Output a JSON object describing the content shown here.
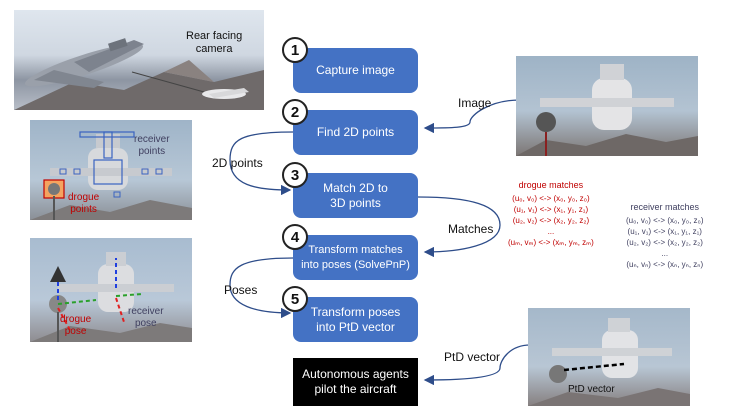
{
  "steps": [
    {
      "num": "1",
      "label": "Capture image"
    },
    {
      "num": "2",
      "label": "Find 2D points"
    },
    {
      "num": "3",
      "label_line1": "Match 2D to",
      "label_line2": "3D points"
    },
    {
      "num": "4",
      "label_line1": "Transform matches",
      "label_line2": "into poses (SolvePnP)"
    },
    {
      "num": "5",
      "label_line1": "Transform poses",
      "label_line2": "into PtD vector"
    }
  ],
  "final": {
    "line1": "Autonomous agents",
    "line2": "pilot the aircraft"
  },
  "flow_labels": {
    "image": "Image",
    "points_2d": "2D points",
    "matches": "Matches",
    "poses": "Poses",
    "ptd_vector": "PtD vector"
  },
  "photo_labels": {
    "rear_camera_line1": "Rear facing",
    "rear_camera_line2": "camera",
    "receiver_points_line1": "receiver",
    "receiver_points_line2": "points",
    "drogue_points_line1": "drogue",
    "drogue_points_line2": "points",
    "drogue_pose_line1": "drogue",
    "drogue_pose_line2": "pose",
    "receiver_pose_line1": "receiver",
    "receiver_pose_line2": "pose",
    "ptd_vector_photo": "PtD vector"
  },
  "drogue_matches": {
    "title": "drogue matches",
    "rows": [
      "(u₀, v₀) <-> (x₀, y₀, z₀)",
      "(u₁, v₁) <-> (x₁, y₁, z₁)",
      "(u₂, v₂) <-> (x₂, y₂, z₂)",
      "...",
      "(uₘ, vₘ) <-> (xₘ, yₘ, zₘ)"
    ]
  },
  "receiver_matches": {
    "title": "receiver matches",
    "rows": [
      "(u₀, v₀) <-> (x₀, y₀, z₀)",
      "(u₁, v₁) <-> (x₁, y₁, z₁)",
      "(u₂, v₂) <-> (x₂, y₂, z₂)",
      "...",
      "(uₙ, vₙ) <-> (xₙ, yₙ, zₙ)"
    ]
  },
  "colors": {
    "step_box": "#4472c4",
    "drogue_text": "#c00000",
    "receiver_text": "#404060"
  }
}
